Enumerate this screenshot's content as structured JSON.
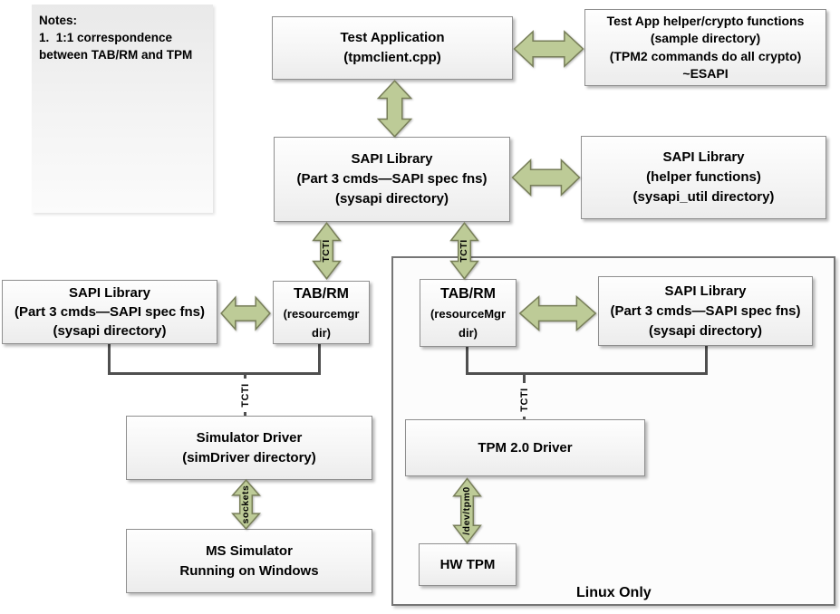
{
  "notes": {
    "lines": [
      "Notes:",
      "1.  1:1 correspondence",
      "between TAB/RM and TPM"
    ]
  },
  "nodes": {
    "test_app": {
      "lines": [
        "Test Application",
        "(tpmclient.cpp)"
      ]
    },
    "test_app_helper": {
      "lines": [
        "Test App helper/crypto functions",
        "(sample directory)",
        "(TPM2 commands do all crypto)",
        "~ESAPI"
      ]
    },
    "sapi_center": {
      "lines": [
        "SAPI Library",
        "(Part 3 cmds—SAPI spec fns)",
        "(sysapi directory)"
      ]
    },
    "sapi_helper": {
      "lines": [
        "SAPI Library",
        "(helper functions)",
        "(sysapi_util directory)"
      ]
    },
    "sapi_left": {
      "lines": [
        "SAPI Library",
        "(Part 3 cmds—SAPI spec fns)",
        "(sysapi directory)"
      ]
    },
    "tabrm_left": {
      "lines": [
        "TAB/RM",
        "(resourcemgr",
        "dir)"
      ]
    },
    "tabrm_right": {
      "lines": [
        "TAB/RM",
        "(resourceMgr",
        "dir)"
      ]
    },
    "sapi_right": {
      "lines": [
        "SAPI Library",
        "(Part 3 cmds—SAPI spec fns)",
        "(sysapi directory)"
      ]
    },
    "sim_driver": {
      "lines": [
        "Simulator Driver",
        "(simDriver directory)"
      ]
    },
    "ms_simulator": {
      "lines": [
        "MS Simulator",
        "Running on Windows"
      ]
    },
    "tpm_driver": {
      "lines": [
        "TPM 2.0 Driver"
      ]
    },
    "hw_tpm": {
      "lines": [
        "HW TPM"
      ]
    }
  },
  "linux_container": {
    "label": "Linux Only"
  },
  "connector_labels": {
    "tcti": "TCTI",
    "sockets": "sockets",
    "dev_tpm0": "/dev/tpm0"
  },
  "colors": {
    "arrow_fill": "#bdcb97",
    "arrow_stroke": "#777e58",
    "box_border": "#8f8f8f",
    "connector_line": "#4f4f4f",
    "container_border": "#757575"
  }
}
